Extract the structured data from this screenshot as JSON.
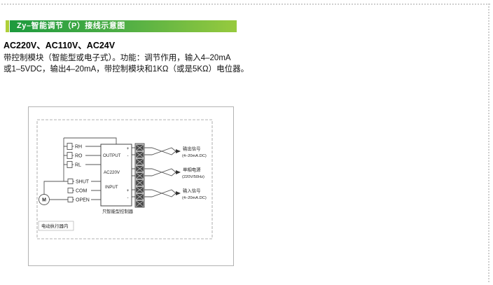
{
  "banner": {
    "title": "Zy–智能调节（P）接线示意图"
  },
  "section": {
    "heading": "AC220V、AC110V、AC24V",
    "body_line1": "带控制模块（智能型或电子式）。功能：调节作用，输入4–20mA",
    "body_line2": "或1–5VDC，输出4–20mA，带控制模块和1KΩ（或是5KΩ）电位器。"
  },
  "diagram": {
    "resistors": [
      "RH",
      "RO",
      "RL"
    ],
    "switches": [
      "SHUT",
      "COM",
      "OPEN"
    ],
    "motor_label": "M",
    "controller": {
      "output": "OUTPUT",
      "power": "AC220V",
      "input": "INPUT",
      "plus": "+",
      "minus": "-",
      "caption": "只智能型控制器"
    },
    "enclosure_label": "电动执行器内",
    "connections": [
      {
        "title": "输出信号",
        "sub": "(4–20mA.DC)"
      },
      {
        "title": "单相电源",
        "sub": "(220V/50Hz)"
      },
      {
        "title": "输入信号",
        "sub": "(4–20mA.DC)"
      }
    ]
  },
  "colors": {
    "banner_green_dark": "#1d9a3e",
    "banner_green_light": "#97ca3e",
    "accent_green": "#aecf38",
    "line_gray": "#555555"
  }
}
